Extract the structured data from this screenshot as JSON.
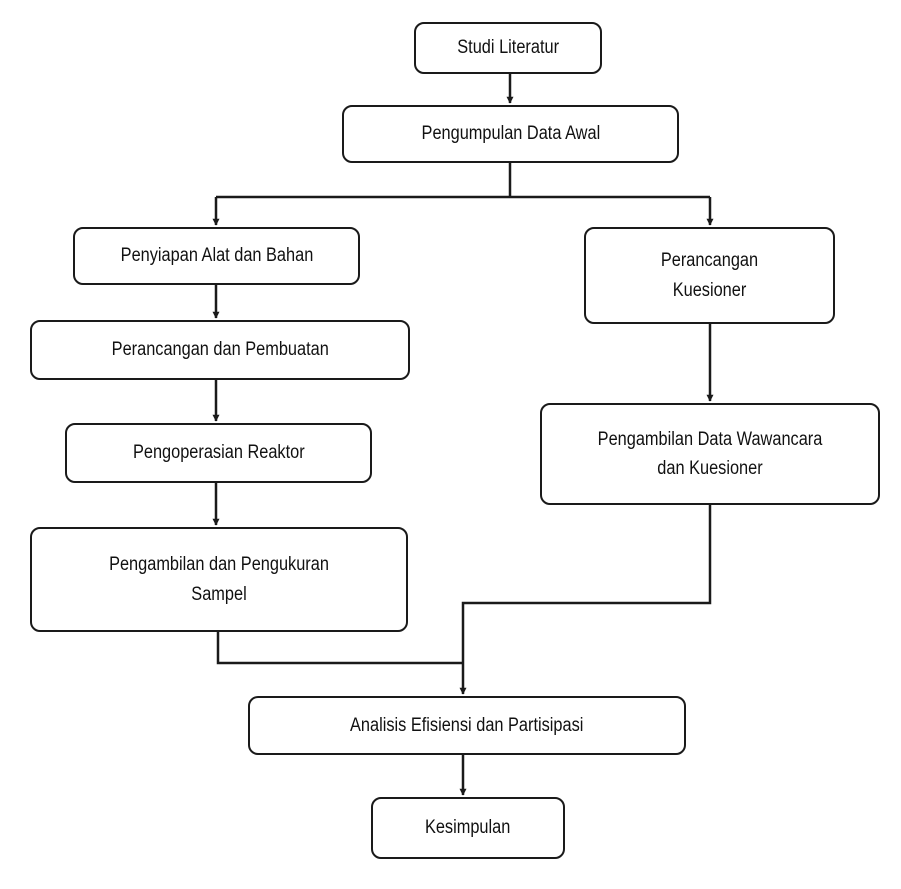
{
  "diagram": {
    "nodes": {
      "studi_literatur": "Studi Literatur",
      "pengumpulan_data_awal": "Pengumpulan Data Awal",
      "penyiapan_alat_bahan": "Penyiapan Alat dan Bahan",
      "perancangan_pembuatan": "Perancangan dan Pembuatan",
      "pengoperasian_reaktor": "Pengoperasian Reaktor",
      "pengambilan_pengukuran_sampel": "Pengambilan dan Pengukuran Sampel",
      "perancangan_kuesioner": "Perancangan Kuesioner",
      "pengambilan_data_wawancara": "Pengambilan Data Wawancara dan Kuesioner",
      "analisis_efisiensi": "Analisis Efisiensi dan Partisipasi",
      "kesimpulan": "Kesimpulan"
    },
    "colors": {
      "stroke": "#1a1a1a",
      "text": "#111111",
      "background": "#ffffff"
    }
  }
}
